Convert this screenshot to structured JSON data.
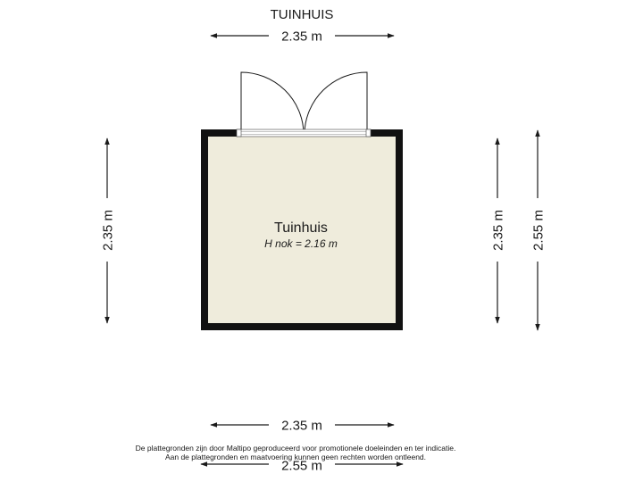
{
  "plan": {
    "title": "TUINHUIS",
    "room": {
      "name": "Tuinhuis",
      "ridge_height": "H nok = 2.16 m"
    },
    "dimensions": {
      "top": "2.35 m",
      "left": "2.35 m",
      "right_inner": "2.35 m",
      "right_outer": "2.55 m",
      "bottom_inner": "2.35 m",
      "bottom_outer": "2.55 m"
    },
    "disclaimer": {
      "line1": "De plattegronden zijn door Maltipo geproduceerd voor promotionele doeleinden en ter indicatie.",
      "line2": "Aan de plattegronden en maatvoering kunnen geen rechten worden ontleend."
    },
    "colors": {
      "floor": "#efecdc",
      "wall": "#111111"
    }
  }
}
